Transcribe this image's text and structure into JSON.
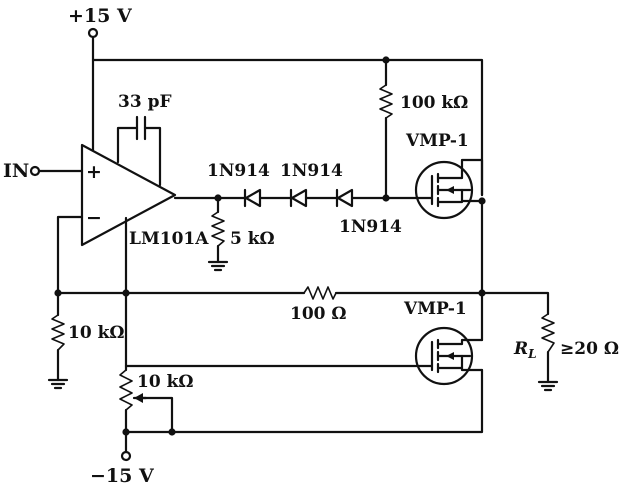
{
  "supply_positive": "+15 V",
  "supply_negative": "−15 V",
  "input": "IN",
  "opamp": {
    "part": "LM101A",
    "plus_sign": "+",
    "minus_sign": "−"
  },
  "compensation_cap": "33 pF",
  "diodes": [
    "1N914",
    "1N914",
    "1N914"
  ],
  "resistors": {
    "r_top": "100 kΩ",
    "r_5k": "5 kΩ",
    "r_feedback": "100 Ω",
    "r_left": "10 kΩ",
    "r_pot": "10 kΩ"
  },
  "mosfets": [
    "VMP-1",
    "VMP-1"
  ],
  "load": {
    "symbol": "R",
    "subscript": "L",
    "value": "≥20 Ω"
  }
}
